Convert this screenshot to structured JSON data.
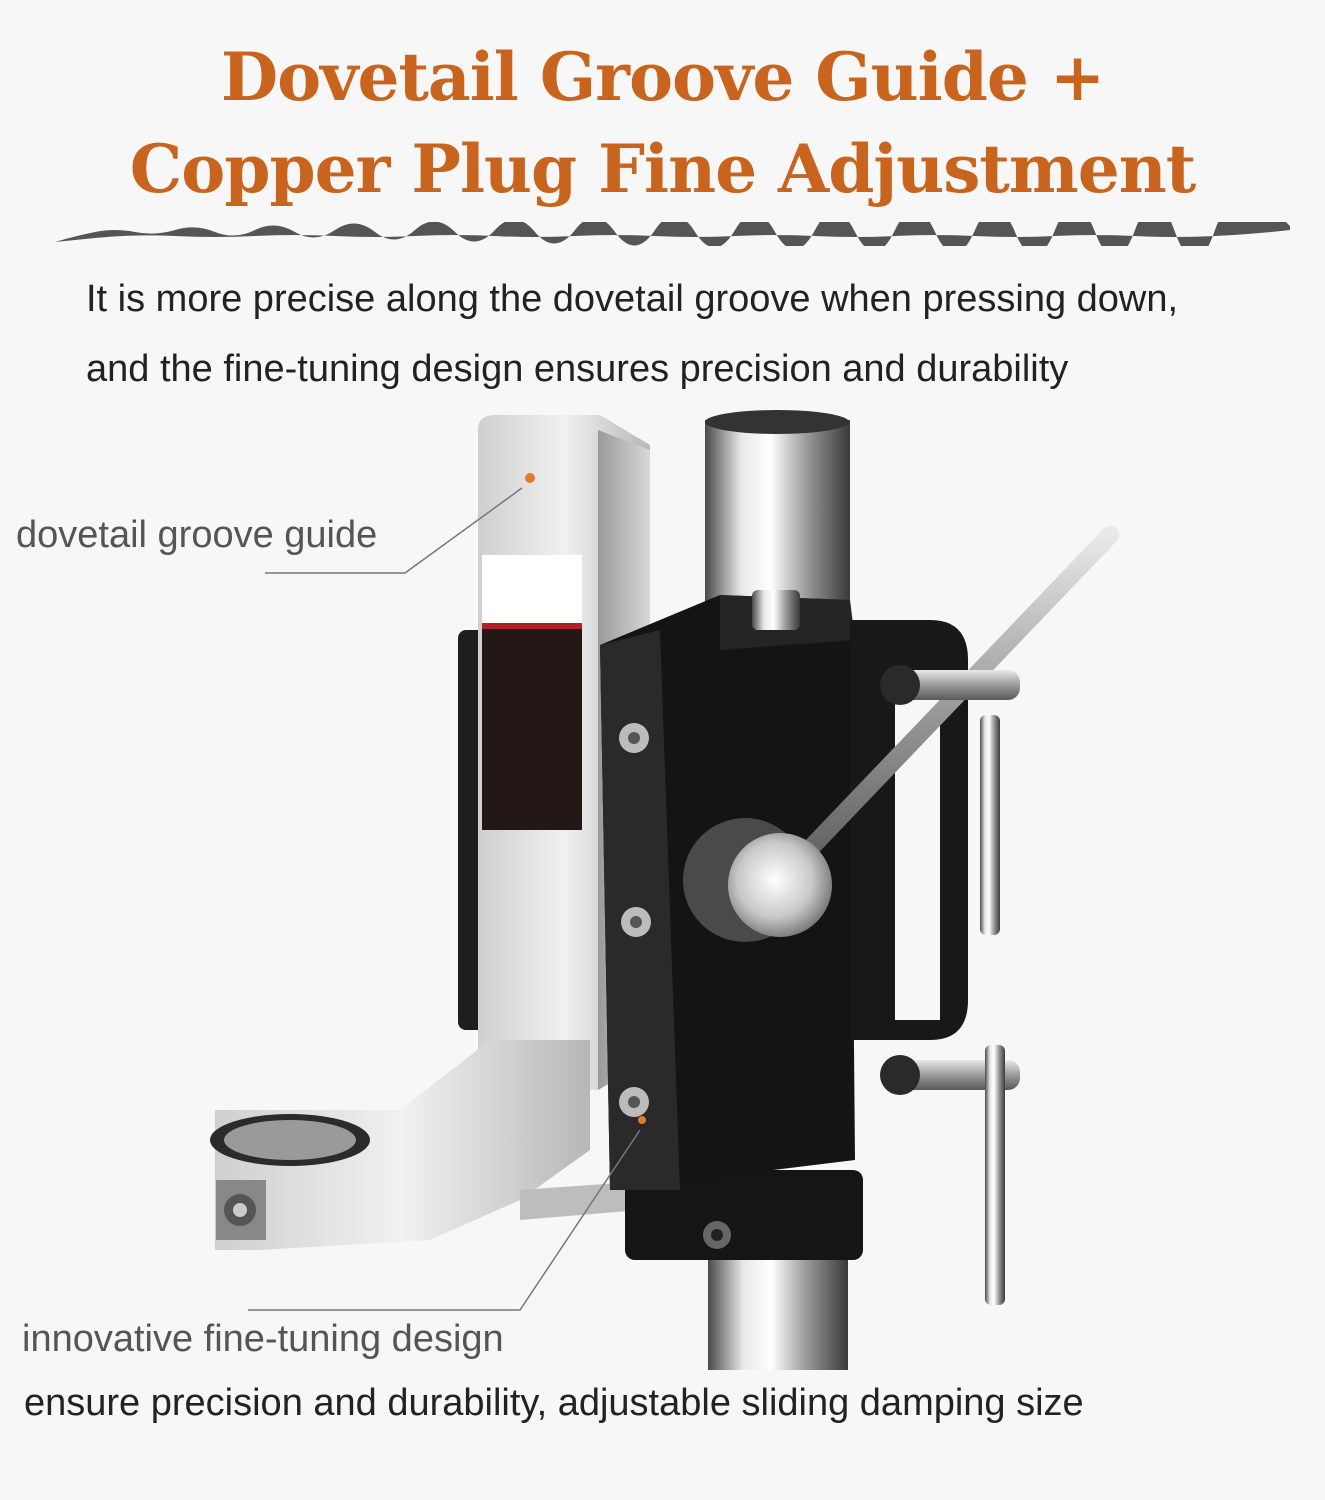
{
  "header": {
    "title_line1": "Dovetail Groove Guide +",
    "title_line2": "Copper Plug Fine Adjustment"
  },
  "description": {
    "line1": "It is more precise along the dovetail groove when pressing down,",
    "line2": "and the fine-tuning design ensures precision and durability"
  },
  "callouts": {
    "dovetail_label": "dovetail groove guide",
    "finetuning_label": "innovative fine-tuning design",
    "finetuning_note": "ensure precision and durability, adjustable sliding damping size"
  },
  "colors": {
    "accent": "#c8641e",
    "marker": "#e8782a",
    "wave": "#555555"
  }
}
